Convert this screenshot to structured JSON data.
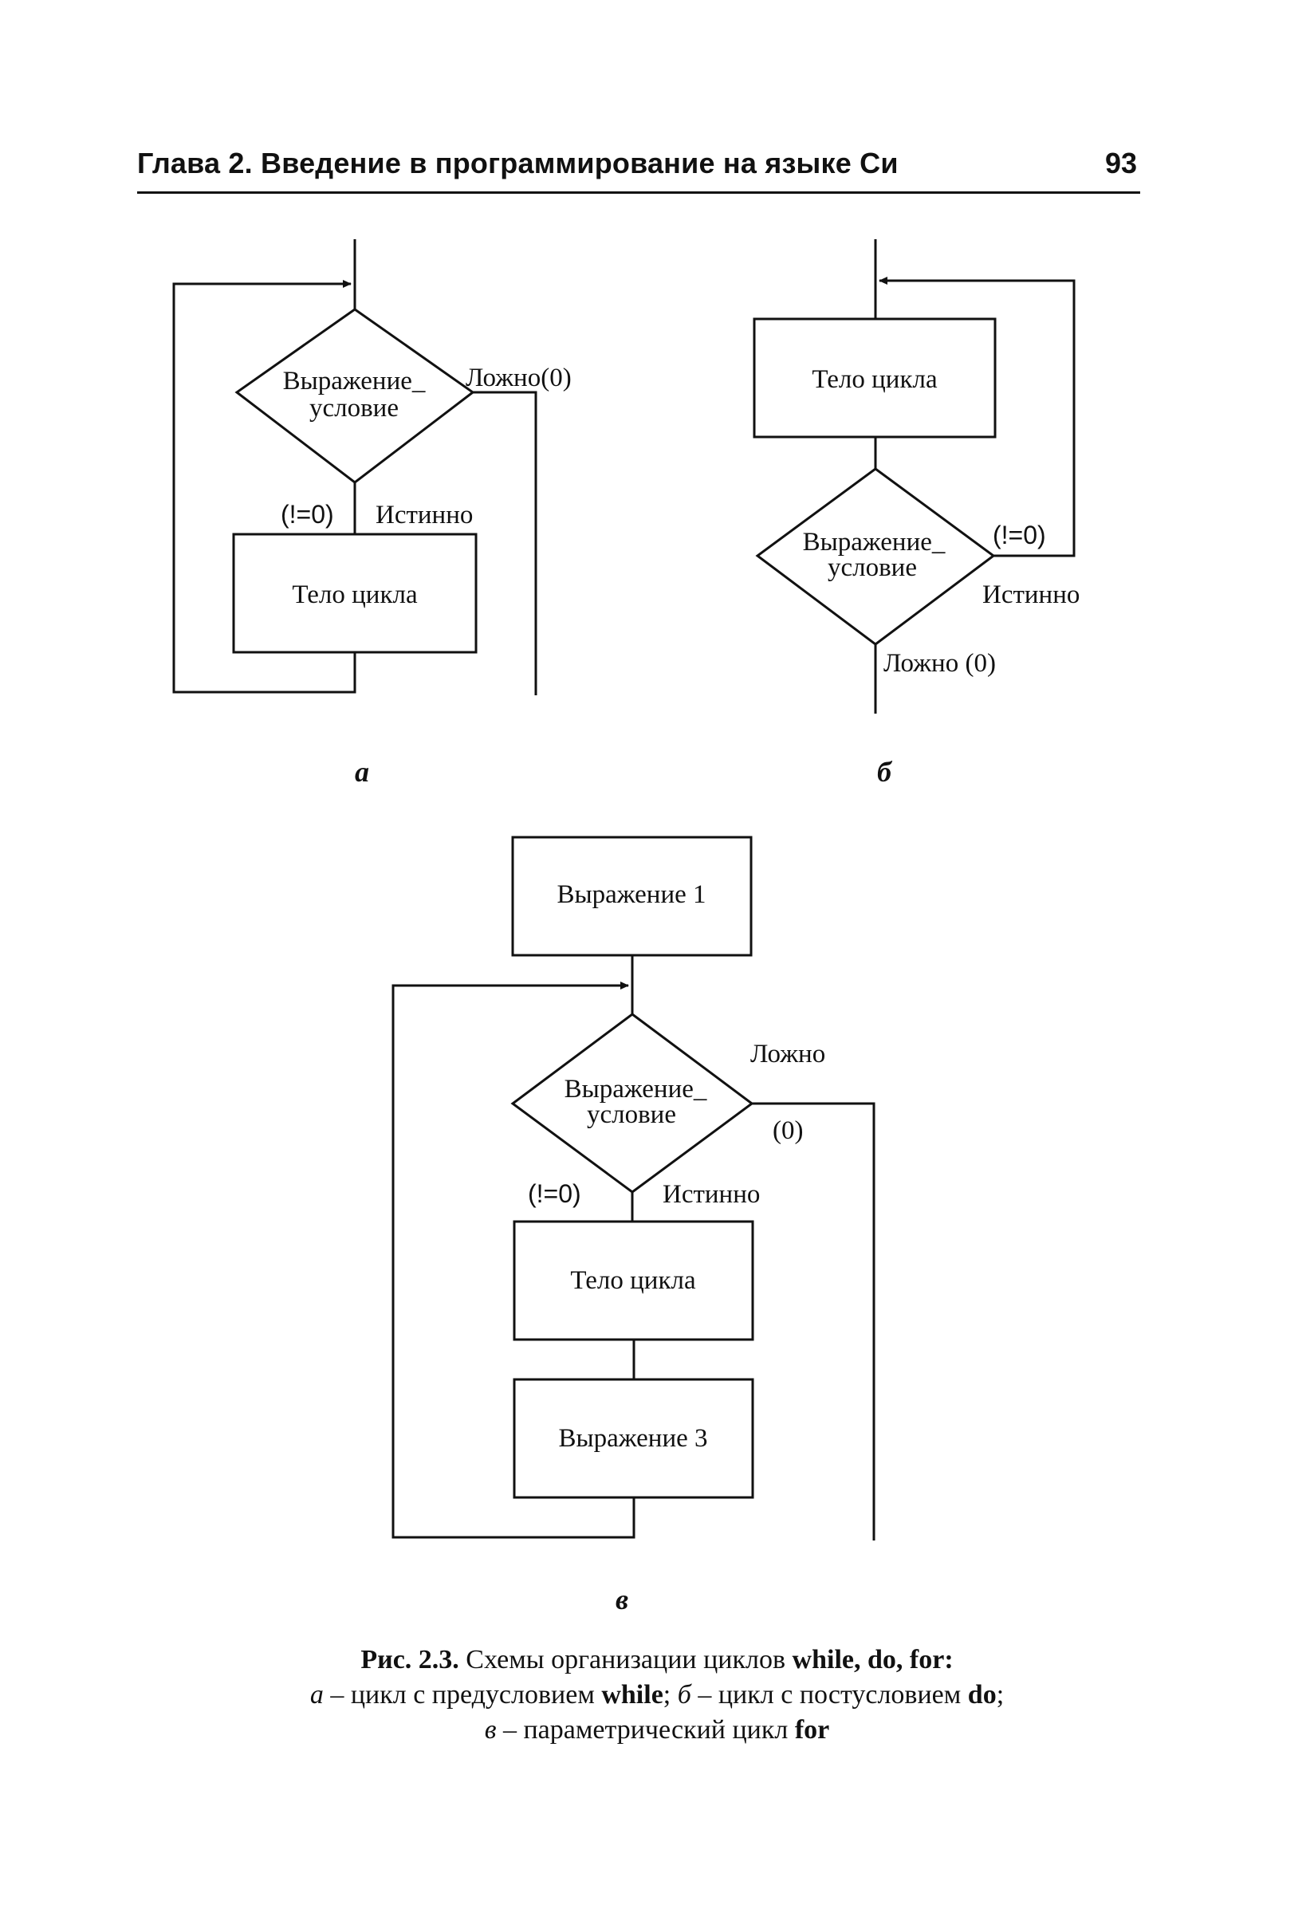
{
  "header": {
    "title": "Глава 2. Введение в программирование на языке Си",
    "page_number": "93"
  },
  "diagram_a": {
    "condition_line1": "Выражение_",
    "condition_line2": "условие",
    "false_label": "Ложно(0)",
    "nonzero_label": "(!=0)",
    "true_label": "Истинно",
    "body_label": "Тело цикла",
    "sublabel": "а"
  },
  "diagram_b": {
    "body_label": "Тело цикла",
    "condition_line1": "Выражение_",
    "condition_line2": "условие",
    "nonzero_label": "(!=0)",
    "true_label": "Истинно",
    "false_label": "Ложно (0)",
    "sublabel": "б"
  },
  "diagram_c": {
    "init_label": "Выражение 1",
    "condition_line1": "Выражение_",
    "condition_line2": "условие",
    "false_label": "Ложно",
    "zero_label": "(0)",
    "nonzero_label": "(!=0)",
    "true_label": "Истинно",
    "body_label": "Тело цикла",
    "step_label": "Выражение 3",
    "sublabel": "в"
  },
  "caption": {
    "title_prefix": "Рис. 2.3.",
    "title_text": " Схемы организации циклов ",
    "title_keywords": "while, do, for",
    "title_end": ":",
    "a_letter": "а",
    "a_text": " – цикл с предусловием ",
    "a_kw": "while",
    "a_sep": "; ",
    "b_letter": "б",
    "b_text": " – цикл с постусловием ",
    "b_kw": "do",
    "b_end": ";",
    "c_letter": "в",
    "c_text": " – параметрический цикл ",
    "c_kw": "for"
  }
}
